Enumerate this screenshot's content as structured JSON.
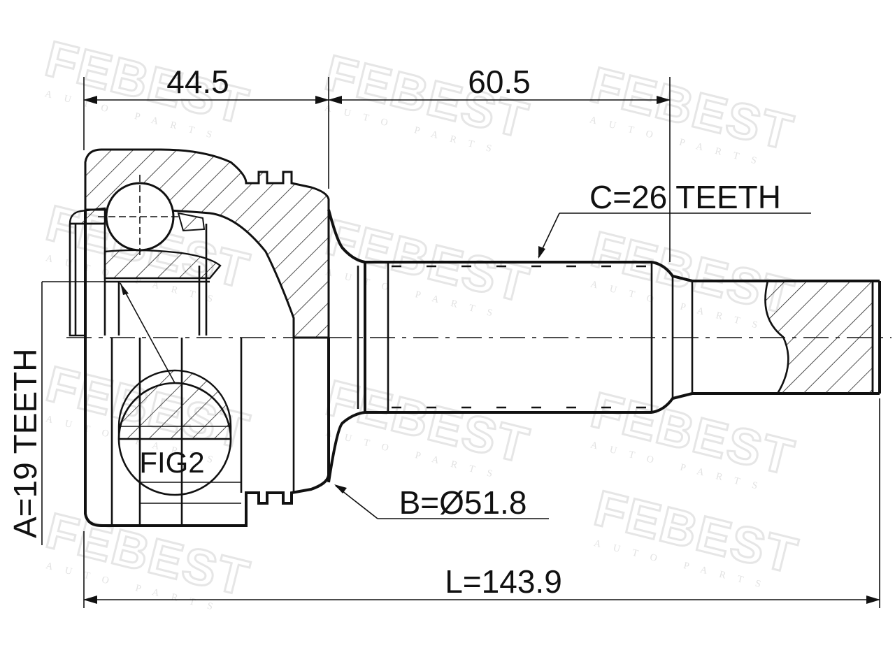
{
  "watermark": {
    "brand": "FEBEST",
    "tagline": "AUTO PARTS"
  },
  "dimensions": {
    "outer_joint_length": "44.5",
    "shaft_length": "60.5",
    "total_length": "L=143.9"
  },
  "labels": {
    "inner_teeth": "A=19 TEETH",
    "outer_diameter": "B=Ø51.8",
    "outer_teeth": "C=26 TEETH",
    "figure_ref": "FIG2"
  }
}
